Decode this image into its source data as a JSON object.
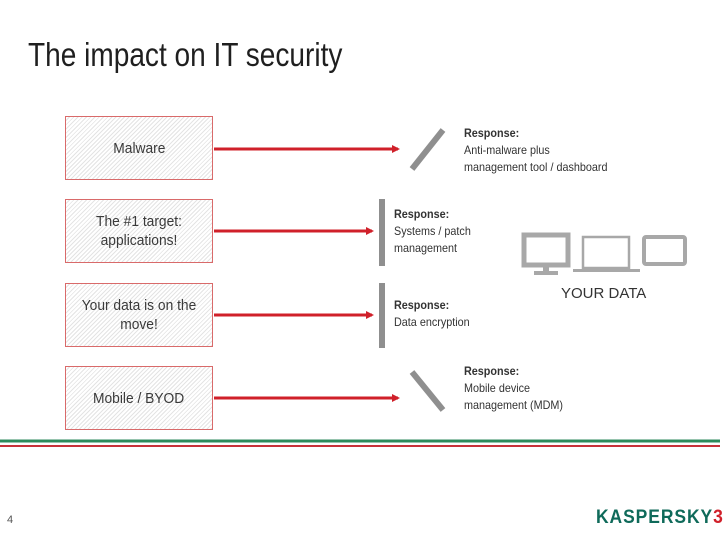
{
  "title": "The impact on IT security",
  "threats": [
    {
      "label": "Malware"
    },
    {
      "label": "The #1 target: applications!"
    },
    {
      "label": "Your data is on the move!"
    },
    {
      "label": "Mobile / BYOD"
    }
  ],
  "responses": [
    {
      "heading": "Response:",
      "body": "Anti-malware plus\nmanagement tool / dashboard"
    },
    {
      "heading": "Response:",
      "body": "Systems / patch\nmanagement"
    },
    {
      "heading": "Response:",
      "body": "Data encryption"
    },
    {
      "heading": "Response:",
      "body": "Mobile device\nmanagement (MDM)"
    }
  ],
  "your_data": "YOUR DATA",
  "page_number": "4",
  "logo": {
    "text": "KASPERSKY",
    "mark": "3"
  },
  "icons": [
    "desktop-monitor-icon",
    "laptop-icon",
    "tablet-icon"
  ],
  "colors": {
    "arrow": "#d0202a",
    "bar": "#8f8f8f",
    "threat_border": "#d96a6a",
    "footer_green": "#2e8a5c",
    "footer_red": "#c8323a",
    "logo_green": "#0f6a5a"
  }
}
